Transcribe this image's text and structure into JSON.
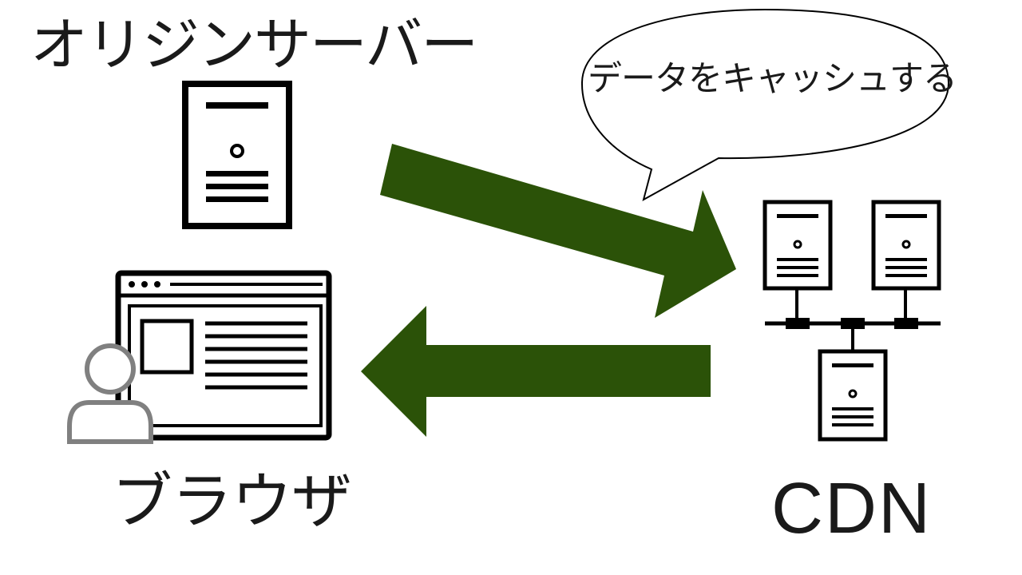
{
  "diagram": {
    "origin_label": "オリジンサーバー",
    "browser_label": "ブラウザ",
    "cdn_label": "CDN",
    "bubble_text": "データをキャッシュする"
  },
  "colors": {
    "arrow": "#2b5208",
    "stroke": "#000000",
    "user": "#808080"
  },
  "icons": {
    "origin": "server-icon",
    "cdn": "server-network-icon",
    "browser": "browser-window-icon",
    "user": "user-icon"
  }
}
